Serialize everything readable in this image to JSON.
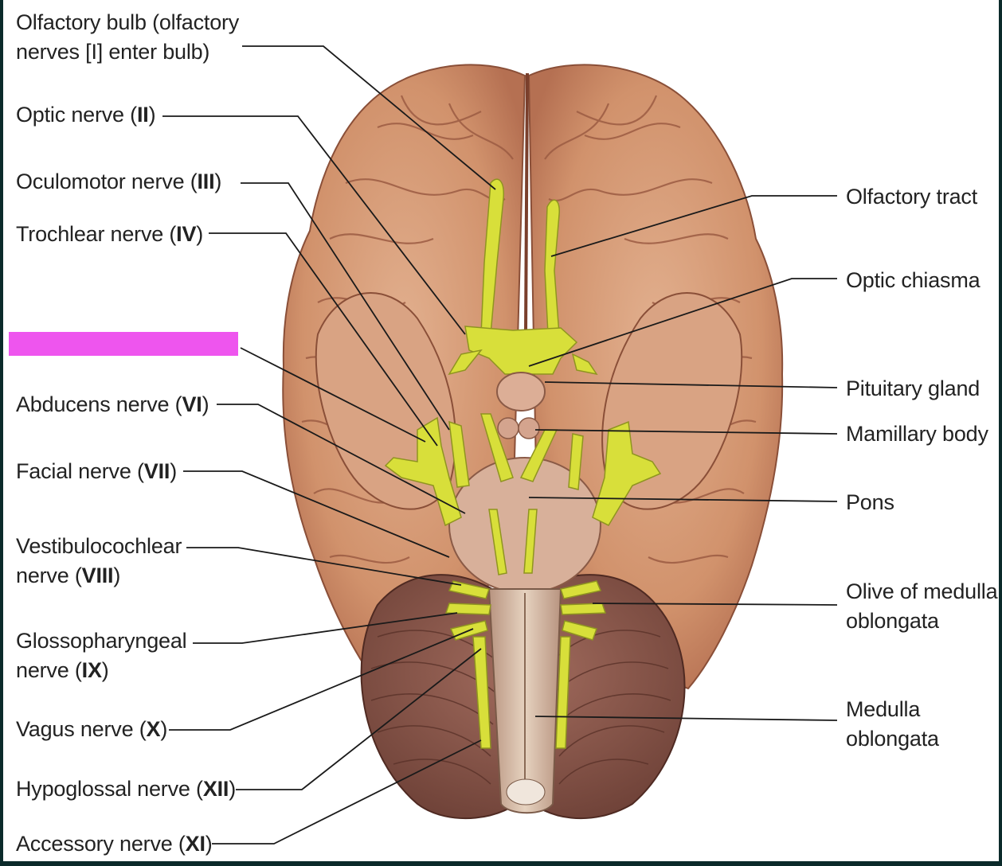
{
  "left_labels": [
    {
      "key": "olfactory_bulb",
      "line1": "Olfactory bulb (olfactory",
      "line2": "nerves [I] enter bulb)"
    },
    {
      "key": "optic_nerve",
      "text": "Optic nerve (",
      "roman": "II",
      "close": ")"
    },
    {
      "key": "oculomotor_nerve",
      "text": "Oculomotor nerve (",
      "roman": "III",
      "close": ")"
    },
    {
      "key": "trochlear_nerve",
      "text": "Trochlear nerve (",
      "roman": "IV",
      "close": ")"
    },
    {
      "key": "abducens_nerve",
      "text": "Abducens nerve (",
      "roman": "VI",
      "close": ")"
    },
    {
      "key": "facial_nerve",
      "text": "Facial nerve (",
      "roman": "VII",
      "close": ")"
    },
    {
      "key": "vestibulocochlear",
      "line1": "Vestibulocochlear",
      "line2": "nerve (",
      "roman": "VIII",
      "close": ")"
    },
    {
      "key": "glossopharyngeal",
      "line1": "Glossopharyngeal",
      "line2": "nerve (",
      "roman": "IX",
      "close": ")"
    },
    {
      "key": "vagus_nerve",
      "text": "Vagus nerve (",
      "roman": "X",
      "close": ")"
    },
    {
      "key": "hypoglossal_nerve",
      "text": "Hypoglossal nerve (",
      "roman": "XII",
      "close": ")"
    },
    {
      "key": "accessory_nerve",
      "text": "Accessory nerve (",
      "roman": "XI",
      "close": ")"
    }
  ],
  "right_labels": {
    "olfactory_tract": "Olfactory tract",
    "optic_chiasma": "Optic chiasma",
    "pituitary_gland": "Pituitary gland",
    "mamillary_body": "Mamillary body",
    "pons": "Pons",
    "olive_line1": "Olive of medulla",
    "olive_line2": "oblongata",
    "medulla_line1": "Medulla",
    "medulla_line2": "oblongata"
  },
  "colors": {
    "cortex": "#d49a78",
    "cortex_shade": "#b87456",
    "cerebellum": "#8e5b4f",
    "nerve": "#d8df3a",
    "redaction": "#ee55ee"
  }
}
